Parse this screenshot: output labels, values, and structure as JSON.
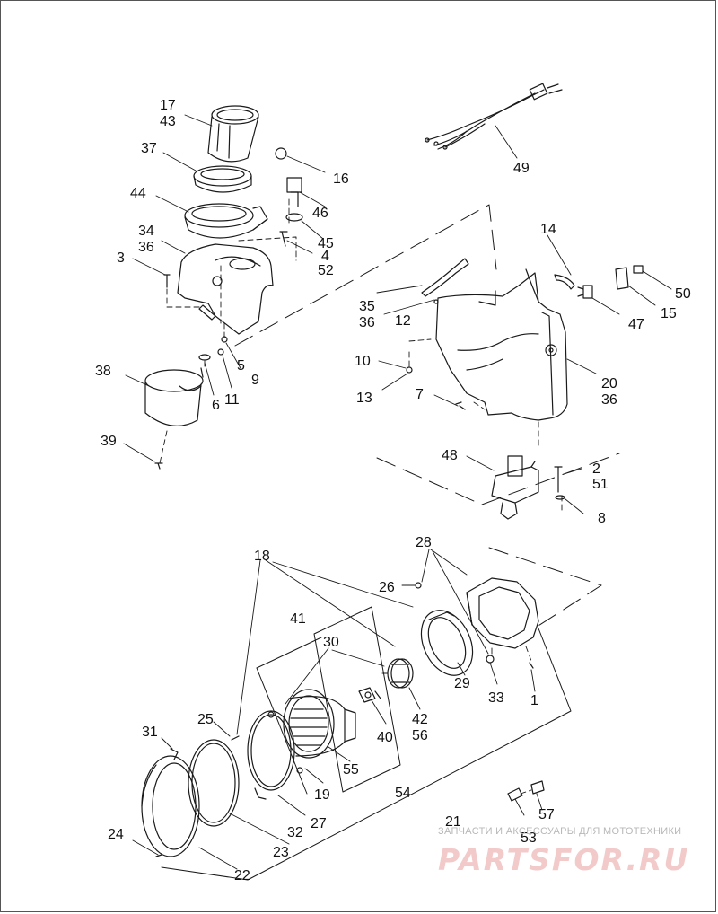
{
  "parts": [
    {
      "id": "p1",
      "t": "1"
    },
    {
      "id": "p2",
      "t": "2"
    },
    {
      "id": "p3",
      "t": "3"
    },
    {
      "id": "p4",
      "t": "4"
    },
    {
      "id": "p5",
      "t": "5"
    },
    {
      "id": "p6",
      "t": "6"
    },
    {
      "id": "p7",
      "t": "7"
    },
    {
      "id": "p8",
      "t": "8"
    },
    {
      "id": "p9",
      "t": "9"
    },
    {
      "id": "p10",
      "t": "10"
    },
    {
      "id": "p11",
      "t": "11"
    },
    {
      "id": "p12",
      "t": "12"
    },
    {
      "id": "p13",
      "t": "13"
    },
    {
      "id": "p14",
      "t": "14"
    },
    {
      "id": "p15",
      "t": "15"
    },
    {
      "id": "p16",
      "t": "16"
    },
    {
      "id": "p17",
      "t": "17"
    },
    {
      "id": "p18",
      "t": "18"
    },
    {
      "id": "p19",
      "t": "19"
    },
    {
      "id": "p20",
      "t": "20"
    },
    {
      "id": "p21",
      "t": "21"
    },
    {
      "id": "p22",
      "t": "22"
    },
    {
      "id": "p23",
      "t": "23"
    },
    {
      "id": "p24",
      "t": "24"
    },
    {
      "id": "p25",
      "t": "25"
    },
    {
      "id": "p26",
      "t": "26"
    },
    {
      "id": "p27",
      "t": "27"
    },
    {
      "id": "p28",
      "t": "28"
    },
    {
      "id": "p29",
      "t": "29"
    },
    {
      "id": "p30",
      "t": "30"
    },
    {
      "id": "p31",
      "t": "31"
    },
    {
      "id": "p32",
      "t": "32"
    },
    {
      "id": "p33",
      "t": "33"
    },
    {
      "id": "p34",
      "t": "34"
    },
    {
      "id": "p35",
      "t": "35"
    },
    {
      "id": "p36a",
      "t": "36"
    },
    {
      "id": "p36b",
      "t": "36"
    },
    {
      "id": "p36c",
      "t": "36"
    },
    {
      "id": "p37",
      "t": "37"
    },
    {
      "id": "p38",
      "t": "38"
    },
    {
      "id": "p39",
      "t": "39"
    },
    {
      "id": "p40",
      "t": "40"
    },
    {
      "id": "p41",
      "t": "41"
    },
    {
      "id": "p42",
      "t": "42"
    },
    {
      "id": "p43",
      "t": "43"
    },
    {
      "id": "p44",
      "t": "44"
    },
    {
      "id": "p45",
      "t": "45"
    },
    {
      "id": "p46",
      "t": "46"
    },
    {
      "id": "p47",
      "t": "47"
    },
    {
      "id": "p48",
      "t": "48"
    },
    {
      "id": "p49",
      "t": "49"
    },
    {
      "id": "p50",
      "t": "50"
    },
    {
      "id": "p51",
      "t": "51"
    },
    {
      "id": "p52",
      "t": "52"
    },
    {
      "id": "p53",
      "t": "53"
    },
    {
      "id": "p54",
      "t": "54"
    },
    {
      "id": "p55",
      "t": "55"
    },
    {
      "id": "p56",
      "t": "56"
    },
    {
      "id": "p57",
      "t": "57"
    }
  ],
  "watermark": {
    "caption": "ЗАПЧАСТИ И АКСЕССУАРЫ ДЛЯ МОТОТЕХНИКИ",
    "logo": "PARTSFOR.RU"
  },
  "colors": {
    "line": "#1a1a1a",
    "watermark": "#e8a0a0",
    "caption": "#b8b8b8"
  }
}
